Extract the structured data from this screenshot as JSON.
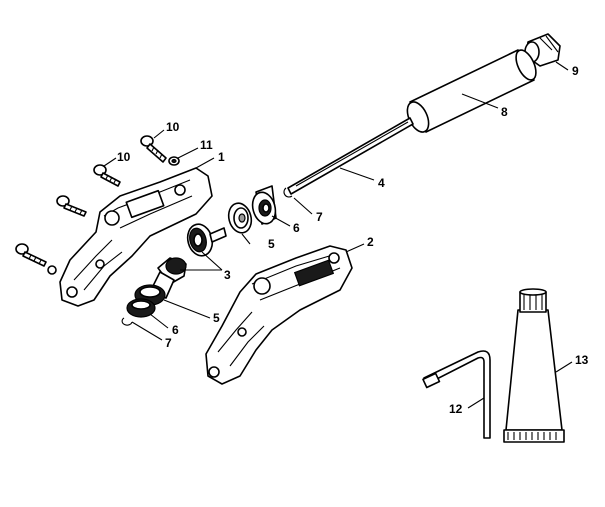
{
  "labels": {
    "l1": "1",
    "l2": "2",
    "l3": "3",
    "l4": "4",
    "l5a": "5",
    "l5b": "5",
    "l6a": "6",
    "l6b": "6",
    "l7a": "7",
    "l7b": "7",
    "l8": "8",
    "l9": "9",
    "l10a": "10",
    "l10b": "10",
    "l11": "11",
    "l12": "12",
    "l13": "13"
  }
}
